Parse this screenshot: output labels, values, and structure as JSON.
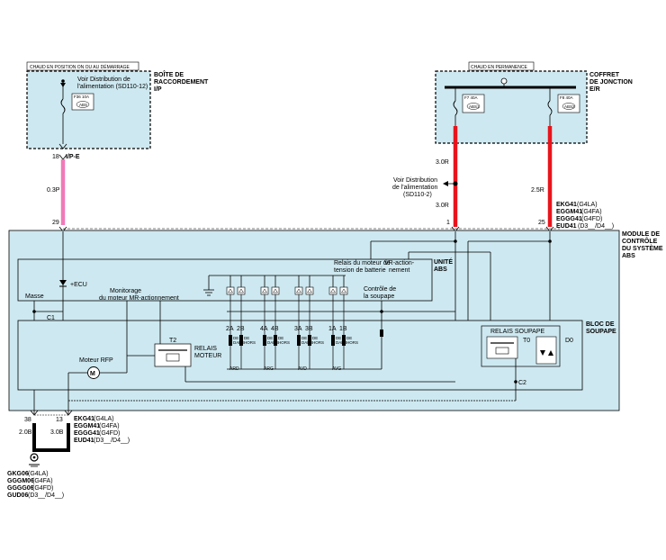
{
  "colors": {
    "panel_fill": "#cde8f0",
    "wire_pink": "#f07ab8",
    "wire_red": "#e8141c",
    "wire_black": "#000000",
    "dashed_border": "#000000"
  },
  "ip_box": {
    "caption": "CHAUD EN POSITION ON OU AU DÉMARRAGE",
    "title_line1": "BOÎTE DE",
    "title_line2": "RACCORDEMENT",
    "title_line3": "I/P",
    "dist_line1": "Voir Distribution de",
    "dist_line2": "l'alimentation (SD110-12)",
    "fuse_label": "F36 10A",
    "fuse_sub": "ABS",
    "pin": "18",
    "connector": "I/P-E",
    "wire": "0.3P"
  },
  "ej_box": {
    "caption": "CHAUD EN PERMANENCE",
    "title_line1": "COFFRET",
    "title_line2": "DE JONCTION",
    "title_line3": "E/R",
    "fuse1_label": "F7 40A",
    "fuse1_sub": "ABS1",
    "fuse2_label": "F8 40A",
    "fuse2_sub": "ABS2"
  },
  "left_feed": {
    "wire_top": "3.0R",
    "dist_line1": "Voir Distribution",
    "dist_line2": "de l'alimentation",
    "dist_line3": "(SD110-2)",
    "wire_bottom": "3.0R"
  },
  "right_feed": {
    "wire": "2.5R",
    "conn1_code": "EKG41",
    "conn1_sub": "(G4LA)",
    "conn2_code": "EGGM41",
    "conn2_sub": "(G4FA)",
    "conn3_code": "EGGG41",
    "conn3_sub": "(G4FD)",
    "conn4_code": "EUD41",
    "conn4_sub": "(D3__/D4__)"
  },
  "module": {
    "pin_ip": "29",
    "pin_left": "1",
    "pin_right": "25",
    "title_line1": "MODULE DE",
    "title_line2": "CONTRÔLE",
    "title_line3": "DU SYSTÈME",
    "title_line4": "ABS"
  },
  "abs_unit": {
    "title_line1": "UNITÉ",
    "title_line2": "ABS",
    "ecu": "+ECU",
    "masse": "Masse",
    "monitoring_line1": "Monitorage",
    "monitoring_line2": "du moteur MR-actionnement",
    "relais_tension_line1": "Relais du moteur de",
    "relais_tension_line2": "tension de batterie",
    "vr_line1": "VR-action-",
    "vr_line2": "nement",
    "controle_line1": "Contrôle de",
    "controle_line2": "la soupape",
    "c1": "C1"
  },
  "valve_block": {
    "title_line1": "BLOC DE",
    "title_line2": "SOUPAPE",
    "motor_label": "Moteur RFP",
    "motor_symbol": "M",
    "t2": "T2",
    "relais_moteur_line1": "RELAIS",
    "relais_moteur_line2": "MOTEUR",
    "relais_soupape": "RELAIS SOUPAPE",
    "t0": "T0",
    "d0": "D0",
    "c2": "C2",
    "valves": [
      {
        "top": "2A",
        "sub1": "DE",
        "sub2": "DANS"
      },
      {
        "top": "2B",
        "sub1": "DE",
        "sub2": "HORS"
      },
      {
        "top": "4A",
        "sub1": "DE",
        "sub2": "DANS"
      },
      {
        "top": "4B",
        "sub1": "DE",
        "sub2": "HORS"
      },
      {
        "top": "3A",
        "sub1": "DE",
        "sub2": "DANS"
      },
      {
        "top": "3B",
        "sub1": "DE",
        "sub2": "HORS"
      },
      {
        "top": "1A",
        "sub1": "DE",
        "sub2": "DANS"
      },
      {
        "top": "1B",
        "sub1": "DE",
        "sub2": "HORS"
      }
    ],
    "groups": [
      "ARD",
      "ARG",
      "AVD",
      "AVG"
    ]
  },
  "ground_conn": {
    "pin_left": "38",
    "pin_right": "13",
    "wire_left": "2.0B",
    "wire_right": "3.0B",
    "conn1_code": "EKG41",
    "conn1_sub": "(G4LA)",
    "conn2_code": "EGGM41",
    "conn2_sub": "(G4FA)",
    "conn3_code": "EGGG41",
    "conn3_sub": "(G4FD)",
    "conn4_code": "EUD41",
    "conn4_sub": "(D3__/D4__)"
  },
  "ground": {
    "g1_code": "GKG06",
    "g1_sub": "(G4LA)",
    "g2_code": "GGGM06",
    "g2_sub": "(G4FA)",
    "g3_code": "GGGG06",
    "g3_sub": "(G4FD)",
    "g4_code": "GUD06",
    "g4_sub": "(D3__/D4__)"
  }
}
